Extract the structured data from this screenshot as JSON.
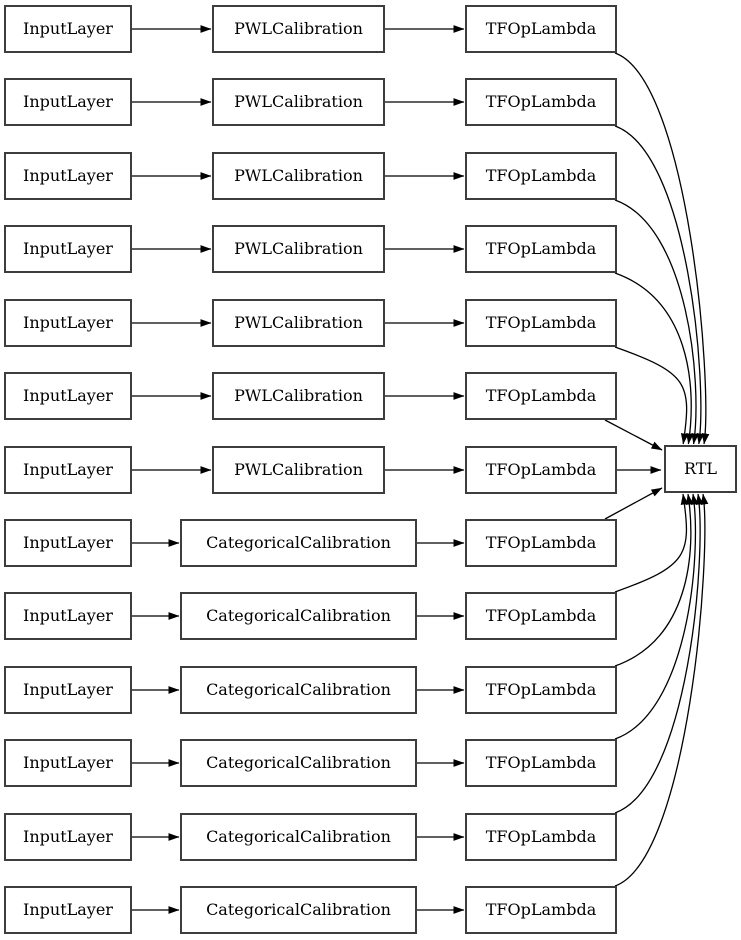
{
  "diagram": {
    "kind": "keras-model-graph",
    "node_labels": {
      "input": "InputLayer",
      "pwl": "PWLCalibration",
      "categorical": "CategoricalCalibration",
      "lambda": "TFOpLambda",
      "output": "RTL"
    },
    "rows": [
      {
        "calibration": "pwl"
      },
      {
        "calibration": "pwl"
      },
      {
        "calibration": "pwl"
      },
      {
        "calibration": "pwl"
      },
      {
        "calibration": "pwl"
      },
      {
        "calibration": "pwl"
      },
      {
        "calibration": "pwl"
      },
      {
        "calibration": "categorical"
      },
      {
        "calibration": "categorical"
      },
      {
        "calibration": "categorical"
      },
      {
        "calibration": "categorical"
      },
      {
        "calibration": "categorical"
      },
      {
        "calibration": "categorical"
      }
    ],
    "counts": {
      "rows": 13,
      "pwl_rows": 7,
      "categorical_rows": 6
    },
    "colors": {
      "background": "#ffffff",
      "node_fill": "#ffffff",
      "node_border": "#3d3d3d",
      "edge": "#000000",
      "text": "#000000"
    }
  }
}
